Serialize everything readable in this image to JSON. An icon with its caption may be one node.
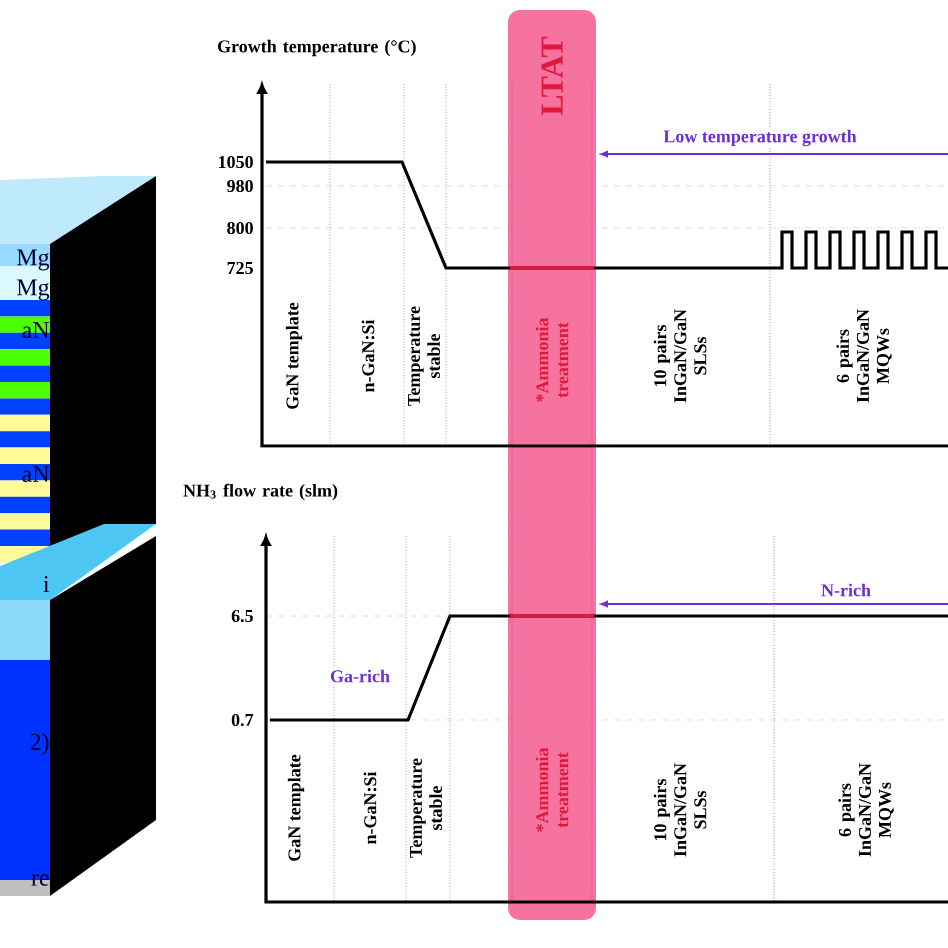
{
  "diagram": {
    "nodes": [
      {
        "text": [
          "LTAT",
          "*Ammonia treatment",
          "*Ammonia treatment"
        ]
      }
    ],
    "labels": [
      "Growth temperature (°C)",
      "1050",
      "980",
      "800",
      "725",
      "Low temperature growth",
      "GaN template",
      "n-GaN:Si",
      "Temperature stable",
      "10 pairs InGaN/GaN SLSs",
      "6 pairs InGaN/GaN MQWs",
      "NH$_{3}$ flow rate (slm)",
      "6.5",
      "N-rich",
      "Ga-rich",
      "0.7",
      "GaN template",
      "n-GaN:Si",
      "Temperature stable",
      "10 pairs InGaN/GaN SLSs",
      "6 pairs InGaN/GaN MQWs",
      "Mg",
      "Mg",
      "aN",
      "aN",
      "i",
      "2)",
      "re"
    ]
  }
}
